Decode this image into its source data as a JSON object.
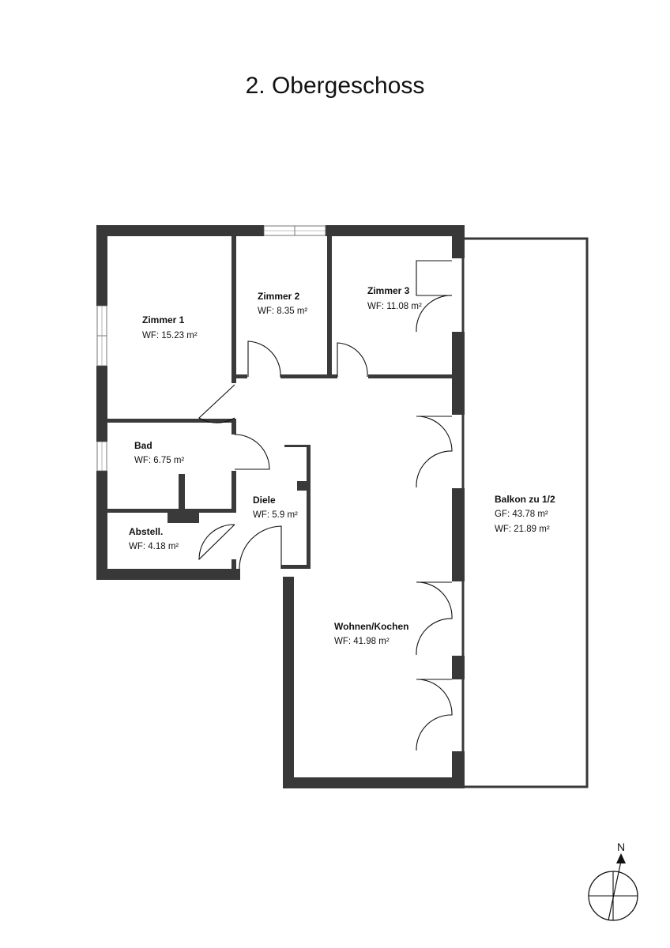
{
  "title": "2. Obergeschoss",
  "rooms": [
    {
      "name": "Zimmer 1",
      "areas": [
        "WF: 15.23 m²"
      ]
    },
    {
      "name": "Zimmer 2",
      "areas": [
        "WF: 8.35 m²"
      ]
    },
    {
      "name": "Zimmer 3",
      "areas": [
        "WF: 11.08 m²"
      ]
    },
    {
      "name": "Bad",
      "areas": [
        "WF: 6.75 m²"
      ]
    },
    {
      "name": "Abstell.",
      "areas": [
        "WF: 4.18 m²"
      ]
    },
    {
      "name": "Diele",
      "areas": [
        "WF: 5.9 m²"
      ]
    },
    {
      "name": "Wohnen/Kochen",
      "areas": [
        "WF: 41.98 m²"
      ]
    },
    {
      "name": "Balkon zu 1/2",
      "areas": [
        "GF: 43.78 m²",
        "WF: 21.89 m²"
      ]
    }
  ],
  "compass": {
    "label": "N"
  },
  "colors": {
    "wall": "#383838",
    "background": "#ffffff"
  }
}
